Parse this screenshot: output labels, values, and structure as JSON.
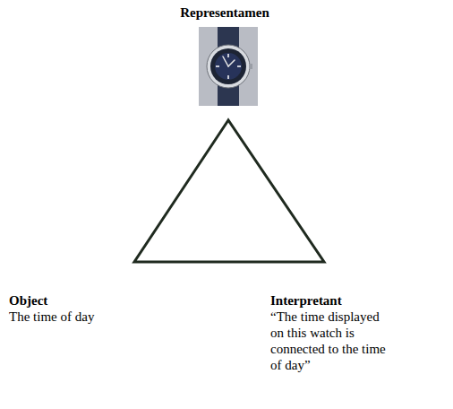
{
  "diagram": {
    "labels": [
      "Representamen",
      "Object",
      "The time of day",
      "Interpretant",
      "“The time displayed on this watch is connected to the time of day”"
    ]
  }
}
